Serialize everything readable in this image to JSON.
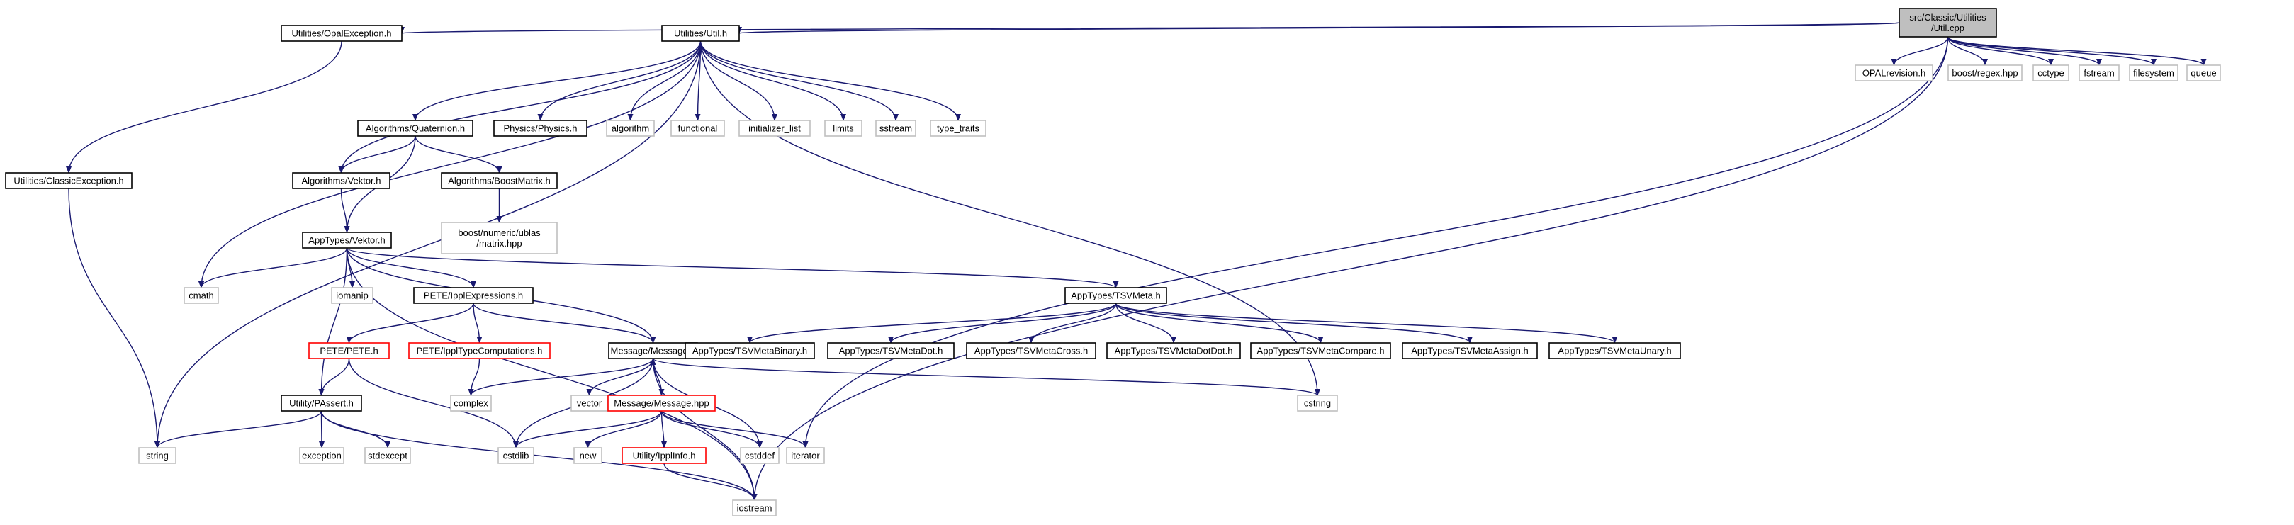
{
  "diagram": {
    "title": "",
    "colors": {
      "edge": "#191970",
      "documented_border": "#000000",
      "external_border": "#bfbfbf",
      "missing_border": "#ff0000",
      "root_fill": "#bfbfbf"
    },
    "nodes": [
      {
        "id": "root",
        "label": "src/Classic/Utilities\n/Util.cpp",
        "kind": "root"
      },
      {
        "id": "opalexc",
        "label": "Utilities/OpalException.h",
        "kind": "doc"
      },
      {
        "id": "utilh",
        "label": "Utilities/Util.h",
        "kind": "doc"
      },
      {
        "id": "opalrev",
        "label": "OPALrevision.h",
        "kind": "ext"
      },
      {
        "id": "regex",
        "label": "boost/regex.hpp",
        "kind": "ext"
      },
      {
        "id": "cctype",
        "label": "cctype",
        "kind": "ext"
      },
      {
        "id": "fstream",
        "label": "fstream",
        "kind": "ext"
      },
      {
        "id": "filesystem",
        "label": "filesystem",
        "kind": "ext"
      },
      {
        "id": "queue",
        "label": "queue",
        "kind": "ext"
      },
      {
        "id": "classexc",
        "label": "Utilities/ClassicException.h",
        "kind": "doc"
      },
      {
        "id": "quat",
        "label": "Algorithms/Quaternion.h",
        "kind": "doc"
      },
      {
        "id": "physics",
        "label": "Physics/Physics.h",
        "kind": "doc"
      },
      {
        "id": "algorithm",
        "label": "algorithm",
        "kind": "ext"
      },
      {
        "id": "functional",
        "label": "functional",
        "kind": "ext"
      },
      {
        "id": "initlist",
        "label": "initializer_list",
        "kind": "ext"
      },
      {
        "id": "limits",
        "label": "limits",
        "kind": "ext"
      },
      {
        "id": "sstream",
        "label": "sstream",
        "kind": "ext"
      },
      {
        "id": "typetraits",
        "label": "type_traits",
        "kind": "ext"
      },
      {
        "id": "algvektor",
        "label": "Algorithms/Vektor.h",
        "kind": "doc"
      },
      {
        "id": "boostmatrix",
        "label": "Algorithms/BoostMatrix.h",
        "kind": "doc"
      },
      {
        "id": "ublas",
        "label": "boost/numeric/ublas\n/matrix.hpp",
        "kind": "ext"
      },
      {
        "id": "appvektor",
        "label": "AppTypes/Vektor.h",
        "kind": "doc"
      },
      {
        "id": "cmath",
        "label": "cmath",
        "kind": "ext"
      },
      {
        "id": "iomanip",
        "label": "iomanip",
        "kind": "ext"
      },
      {
        "id": "ipplexpr",
        "label": "PETE/IpplExpressions.h",
        "kind": "doc"
      },
      {
        "id": "tsvmeta",
        "label": "AppTypes/TSVMeta.h",
        "kind": "doc"
      },
      {
        "id": "peteh",
        "label": "PETE/PETE.h",
        "kind": "red"
      },
      {
        "id": "ippltype",
        "label": "PETE/IpplTypeComputations.h",
        "kind": "red"
      },
      {
        "id": "messageh",
        "label": "Message/Message.h",
        "kind": "doc"
      },
      {
        "id": "tsvbinary",
        "label": "AppTypes/TSVMetaBinary.h",
        "kind": "doc"
      },
      {
        "id": "tsvdot",
        "label": "AppTypes/TSVMetaDot.h",
        "kind": "doc"
      },
      {
        "id": "tsvcross",
        "label": "AppTypes/TSVMetaCross.h",
        "kind": "doc"
      },
      {
        "id": "tsvdotdot",
        "label": "AppTypes/TSVMetaDotDot.h",
        "kind": "doc"
      },
      {
        "id": "tsvcompare",
        "label": "AppTypes/TSVMetaCompare.h",
        "kind": "doc"
      },
      {
        "id": "tsvassign",
        "label": "AppTypes/TSVMetaAssign.h",
        "kind": "doc"
      },
      {
        "id": "tsvunary",
        "label": "AppTypes/TSVMetaUnary.h",
        "kind": "doc"
      },
      {
        "id": "passert",
        "label": "Utility/PAssert.h",
        "kind": "doc"
      },
      {
        "id": "complex",
        "label": "complex",
        "kind": "ext"
      },
      {
        "id": "vector",
        "label": "vector",
        "kind": "ext"
      },
      {
        "id": "messagehpp",
        "label": "Message/Message.hpp",
        "kind": "red"
      },
      {
        "id": "cstring",
        "label": "cstring",
        "kind": "ext"
      },
      {
        "id": "string",
        "label": "string",
        "kind": "ext"
      },
      {
        "id": "exception",
        "label": "exception",
        "kind": "ext"
      },
      {
        "id": "stdexcept",
        "label": "stdexcept",
        "kind": "ext"
      },
      {
        "id": "cstdlib",
        "label": "cstdlib",
        "kind": "ext"
      },
      {
        "id": "new",
        "label": "new",
        "kind": "ext"
      },
      {
        "id": "ipplinfo",
        "label": "Utility/IpplInfo.h",
        "kind": "red"
      },
      {
        "id": "cstddef",
        "label": "cstddef",
        "kind": "ext"
      },
      {
        "id": "iterator",
        "label": "iterator",
        "kind": "ext"
      },
      {
        "id": "iostream",
        "label": "iostream",
        "kind": "ext"
      }
    ],
    "edges": [
      [
        "root",
        "opalexc"
      ],
      [
        "root",
        "utilh"
      ],
      [
        "root",
        "opalrev"
      ],
      [
        "root",
        "regex"
      ],
      [
        "root",
        "cctype"
      ],
      [
        "root",
        "fstream"
      ],
      [
        "root",
        "filesystem"
      ],
      [
        "root",
        "queue"
      ],
      [
        "root",
        "iterator"
      ],
      [
        "root",
        "iostream"
      ],
      [
        "opalexc",
        "classexc"
      ],
      [
        "classexc",
        "string"
      ],
      [
        "utilh",
        "quat"
      ],
      [
        "utilh",
        "physics"
      ],
      [
        "utilh",
        "algorithm"
      ],
      [
        "utilh",
        "functional"
      ],
      [
        "utilh",
        "initlist"
      ],
      [
        "utilh",
        "limits"
      ],
      [
        "utilh",
        "sstream"
      ],
      [
        "utilh",
        "typetraits"
      ],
      [
        "utilh",
        "algvektor"
      ],
      [
        "utilh",
        "cmath"
      ],
      [
        "utilh",
        "string"
      ],
      [
        "utilh",
        "cstring"
      ],
      [
        "quat",
        "algvektor"
      ],
      [
        "quat",
        "boostmatrix"
      ],
      [
        "quat",
        "appvektor"
      ],
      [
        "boostmatrix",
        "ublas"
      ],
      [
        "algvektor",
        "appvektor"
      ],
      [
        "appvektor",
        "cmath"
      ],
      [
        "appvektor",
        "iomanip"
      ],
      [
        "appvektor",
        "ipplexpr"
      ],
      [
        "appvektor",
        "tsvmeta"
      ],
      [
        "appvektor",
        "passert"
      ],
      [
        "appvektor",
        "messageh"
      ],
      [
        "appvektor",
        "iostream"
      ],
      [
        "ipplexpr",
        "peteh"
      ],
      [
        "ipplexpr",
        "ippltype"
      ],
      [
        "ipplexpr",
        "messageh"
      ],
      [
        "tsvmeta",
        "tsvbinary"
      ],
      [
        "tsvmeta",
        "tsvdot"
      ],
      [
        "tsvmeta",
        "tsvcross"
      ],
      [
        "tsvmeta",
        "tsvdotdot"
      ],
      [
        "tsvmeta",
        "tsvcompare"
      ],
      [
        "tsvmeta",
        "tsvassign"
      ],
      [
        "tsvmeta",
        "tsvunary"
      ],
      [
        "peteh",
        "passert"
      ],
      [
        "peteh",
        "cstdlib"
      ],
      [
        "ippltype",
        "complex"
      ],
      [
        "messageh",
        "complex"
      ],
      [
        "messageh",
        "vector"
      ],
      [
        "messageh",
        "messagehpp"
      ],
      [
        "messageh",
        "cstring"
      ],
      [
        "messageh",
        "cstdlib"
      ],
      [
        "messageh",
        "cstddef"
      ],
      [
        "messageh",
        "iostream"
      ],
      [
        "messagehpp",
        "messageh"
      ],
      [
        "messagehpp",
        "cstdlib"
      ],
      [
        "messagehpp",
        "new"
      ],
      [
        "messagehpp",
        "ipplinfo"
      ],
      [
        "messagehpp",
        "cstddef"
      ],
      [
        "messagehpp",
        "iterator"
      ],
      [
        "passert",
        "string"
      ],
      [
        "passert",
        "exception"
      ],
      [
        "passert",
        "stdexcept"
      ],
      [
        "passert",
        "iostream"
      ],
      [
        "ipplinfo",
        "iostream"
      ]
    ]
  }
}
